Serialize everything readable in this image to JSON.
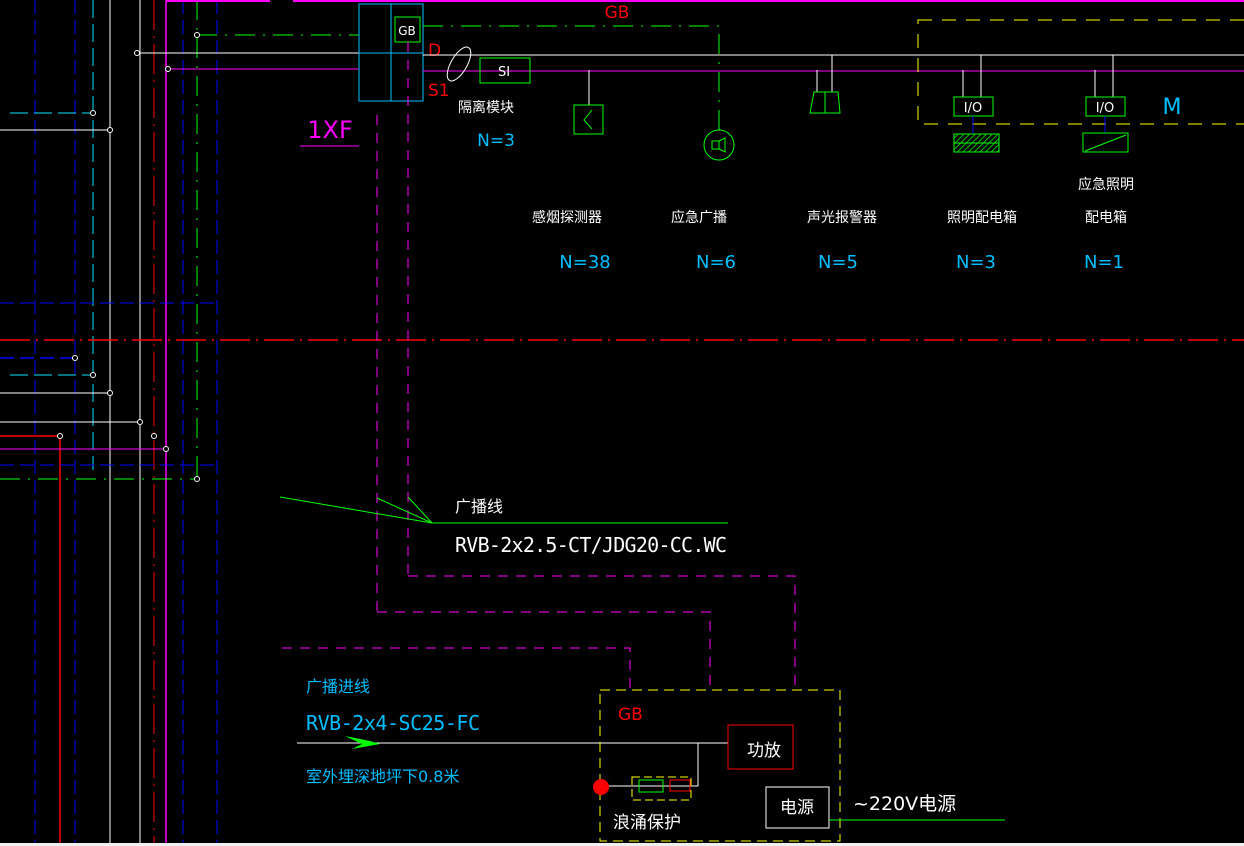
{
  "panel": {
    "id": "1XF",
    "gb_label": "GB",
    "d_label": "D",
    "s1_label": "S1",
    "gb_line_label": "GB"
  },
  "isolation": {
    "box_label": "SI",
    "name": "隔离模块",
    "count": "N=3"
  },
  "devices": [
    {
      "name": "感烟探测器",
      "count": "N=38",
      "icon": "smoke-detector-icon"
    },
    {
      "name": "应急广播",
      "count": "N=6",
      "icon": "speaker-icon"
    },
    {
      "name": "声光报警器",
      "count": "N=5",
      "icon": "alarm-icon"
    },
    {
      "name": "照明配电箱",
      "count": "N=3",
      "icon": "lighting-box-icon",
      "io_label": "I/O"
    },
    {
      "name_line1": "应急照明",
      "name_line2": "配电箱",
      "count": "N=1",
      "icon": "emergency-box-icon",
      "io_label": "I/O"
    }
  ],
  "module_zone_label": "M",
  "broadcast_line": {
    "title": "广播线",
    "spec": "RVB-2x2.5-CT/JDG20-CC.WC"
  },
  "incoming_line": {
    "title": "广播进线",
    "spec": "RVB-2x4-SC25-FC",
    "note": "室外埋深地坪下0.8米"
  },
  "gb_cabinet": {
    "label": "GB",
    "amplifier": "功放",
    "surge": "浪涌保护",
    "power": "电源",
    "supply": "~220V电源"
  },
  "colors": {
    "bg": "#000000",
    "magenta": "#ff00ff",
    "green": "#00ff00",
    "red": "#ff0000",
    "cyan": "#00bfff",
    "yellow": "#ffff00",
    "blue": "#0000ff",
    "white": "#ffffff"
  }
}
